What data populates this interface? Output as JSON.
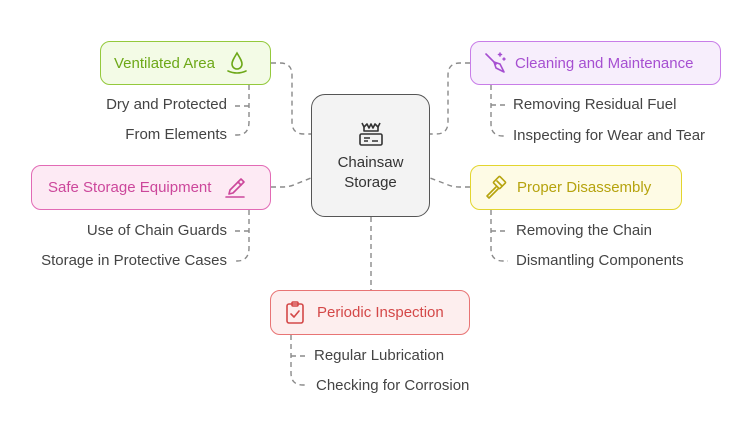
{
  "center": {
    "line1": "Chainsaw",
    "line2": "Storage",
    "icon": "chainsaw-icon"
  },
  "ventilated": {
    "title": "Ventilated Area",
    "icon": "water-drop-icon",
    "color": "#6da818",
    "items": [
      "Dry and Protected",
      "From Elements"
    ]
  },
  "safe_storage": {
    "title": "Safe Storage Equipment",
    "icon": "pen-tool-icon",
    "color": "#cc479b",
    "items": [
      "Use of Chain Guards",
      "Storage in Protective Cases"
    ]
  },
  "cleaning": {
    "title": "Cleaning and Maintenance",
    "icon": "broom-icon",
    "color": "#a64fd1",
    "items": [
      "Removing Residual Fuel",
      "Inspecting for Wear and Tear"
    ]
  },
  "disassembly": {
    "title": "Proper Disassembly",
    "icon": "wrench-icon",
    "color": "#b6a30e",
    "items": [
      "Removing the Chain",
      "Dismantling Components"
    ]
  },
  "inspection": {
    "title": "Periodic Inspection",
    "icon": "clipboard-check-icon",
    "color": "#d44848",
    "items": [
      "Regular Lubrication",
      "Checking for Corrosion"
    ]
  }
}
